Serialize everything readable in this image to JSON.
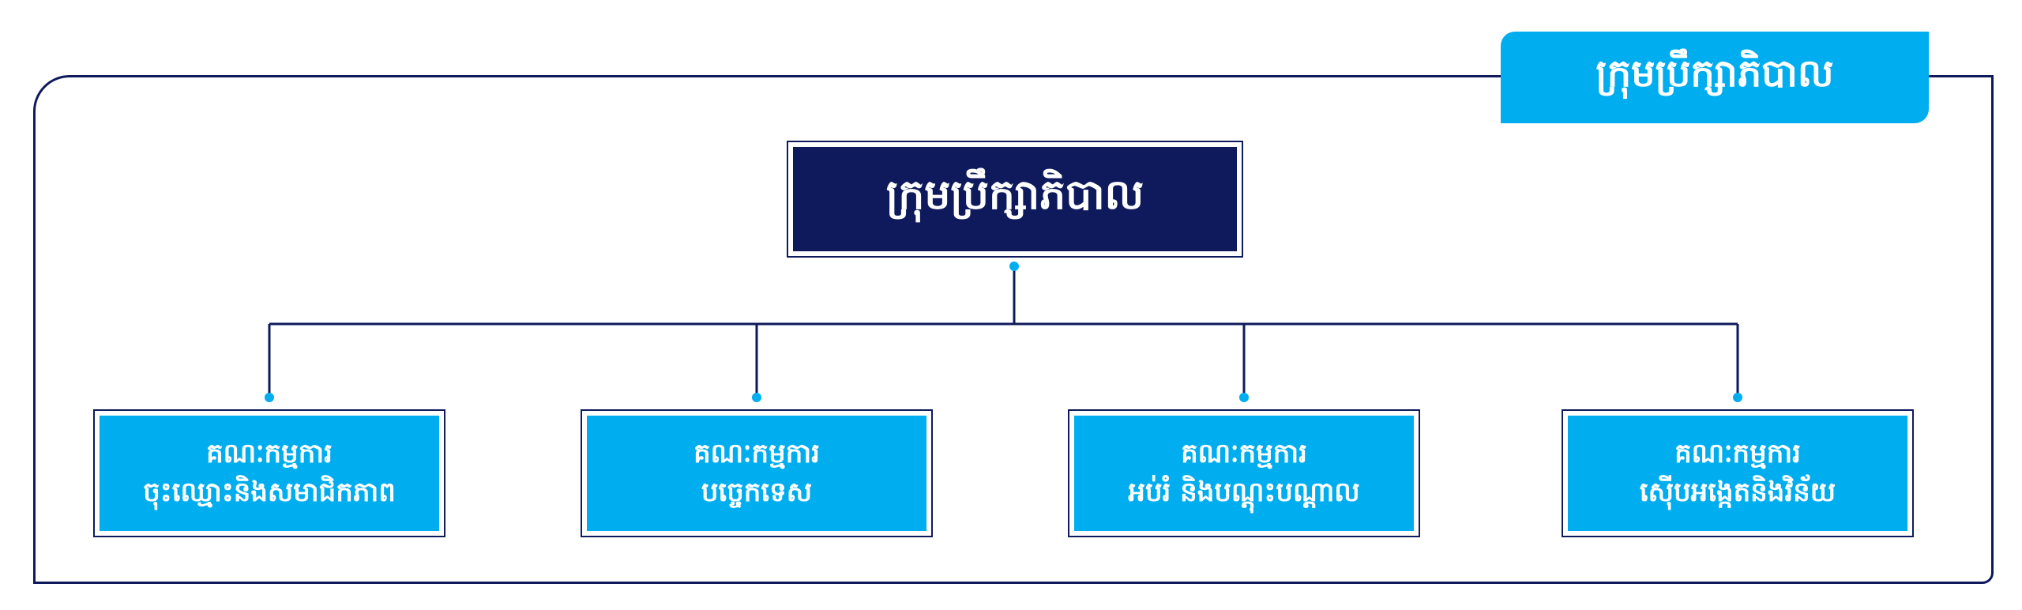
{
  "tab": {
    "title": "ក្រុមប្រឹក្សាភិបាល"
  },
  "root": {
    "title": "ក្រុមប្រឹក្សាភិបាល"
  },
  "committees": [
    {
      "line1": "គណៈកម្មការ",
      "line2": "ចុះឈ្មោះនិងសមាជិកភាព"
    },
    {
      "line1": "គណៈកម្មការ",
      "line2": "បច្ចេកទេស"
    },
    {
      "line1": "គណៈកម្មការ",
      "line2": "អប់រំ និងបណ្តុះបណ្តាល"
    },
    {
      "line1": "គណៈកម្មការ",
      "line2": "ស៊ើបអង្កេតនិងវិន័យ"
    }
  ],
  "colors": {
    "navy": "#0e1a5c",
    "cyan": "#00adef"
  }
}
